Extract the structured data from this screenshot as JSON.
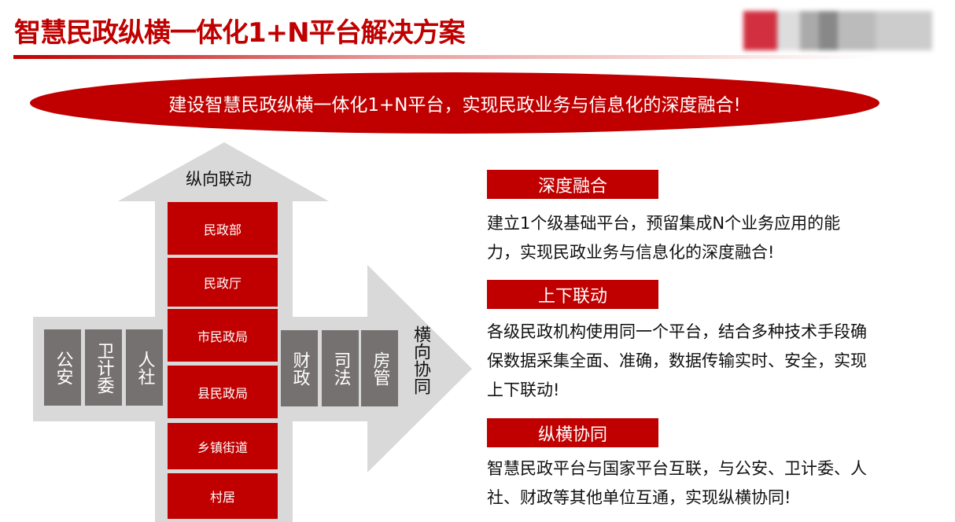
{
  "header": {
    "title": "智慧民政纵横一体化1+N平台解决方案"
  },
  "banner": "建设智慧民政纵横一体化1+N平台，实现民政业务与信息化的深度融合!",
  "diagram": {
    "vertical_label": "纵向联动",
    "horizontal_label": "横向协同",
    "levels": [
      "民政部",
      "民政厅",
      "市民政局",
      "县民政局",
      "乡镇街道",
      "村居"
    ],
    "left_departments": [
      "公安",
      "卫计委",
      "人社"
    ],
    "right_departments": [
      "财政",
      "司法",
      "房管"
    ]
  },
  "sections": [
    {
      "heading": "深度融合",
      "body": "建立1个级基础平台，预留集成N个业务应用的能力，实现民政业务与信息化的深度融合!"
    },
    {
      "heading": "上下联动",
      "body": "各级民政机构使用同一个平台，结合多种技术手段确保数据采集全面、准确，数据传输实时、安全，实现上下联动!"
    },
    {
      "heading": "纵横协同",
      "body": "智慧民政平台与国家平台互联，与公安、卫计委、人社、财政等其他单位互通，实现纵横协同!"
    }
  ],
  "colors": {
    "accent": "#c00000",
    "grey_box": "#767171",
    "arrow": "#d9d9d9"
  }
}
